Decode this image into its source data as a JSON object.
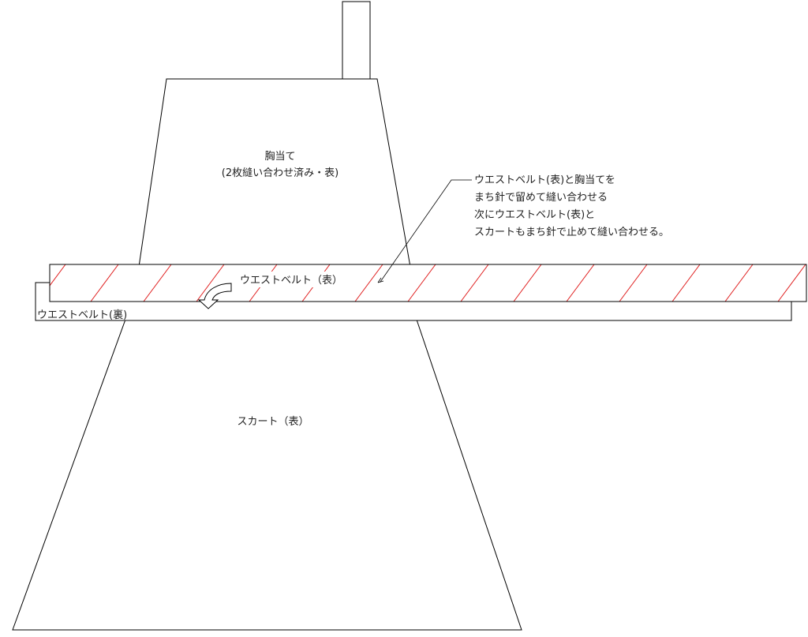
{
  "labels": {
    "bodice_title": "胸当て",
    "bodice_note": "(2枚縫い合わせ済み・表)",
    "belt_front": "ウエストベルト（表）",
    "belt_back": "ウエストベルト(裏)",
    "skirt": "スカート（表）"
  },
  "instructions": {
    "line1": "ウエストベルト(表)と胸当てを",
    "line2": "まち針で留めて縫い合わせる",
    "line3": "次にウエストベルト(表)と",
    "line4": "スカートもまち針で止めて縫い合わせる。"
  },
  "colors": {
    "outline": "#000000",
    "hatch": "#e02020",
    "text": "#222222",
    "background": "#ffffff"
  },
  "icons": {
    "fold_arrow": "curved-arrow-down-icon"
  }
}
